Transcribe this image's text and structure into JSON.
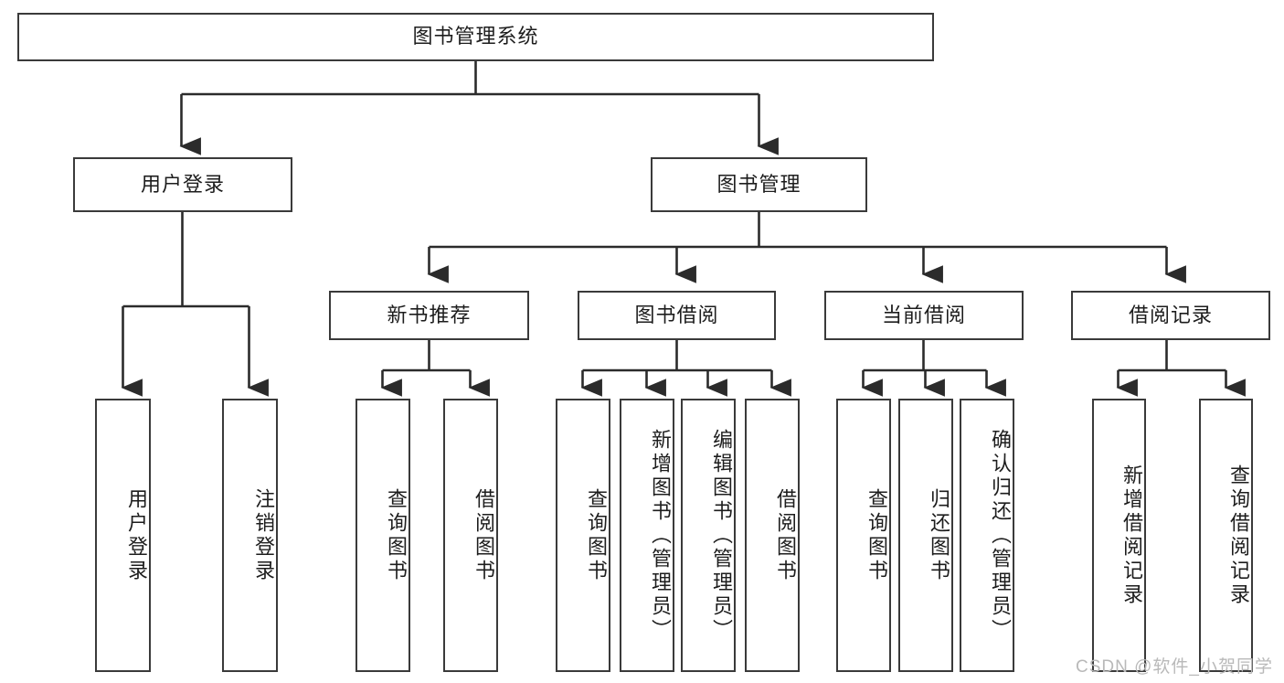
{
  "diagram": {
    "type": "tree-hierarchy-chart",
    "title": "图书管理系统",
    "watermark": "CSDN @软件_小贺同学",
    "colors": {
      "box_border": "#3a3a3a",
      "box_fill": "#ffffff",
      "edge": "#2b2b2b",
      "text": "#1d1d1d",
      "watermark": "#b9b9b9",
      "background": "#ffffff"
    },
    "levels": {
      "root": {
        "label": "图书管理系统"
      },
      "level2": [
        {
          "label": "用户登录"
        },
        {
          "label": "图书管理"
        }
      ],
      "level3": [
        {
          "label": "新书推荐"
        },
        {
          "label": "图书借阅"
        },
        {
          "label": "当前借阅"
        },
        {
          "label": "借阅记录"
        }
      ],
      "leaves": {
        "user_login": [
          {
            "label": "用户登录"
          },
          {
            "label": "注销登录"
          }
        ],
        "new_book_recommend": [
          {
            "label": "查询图书"
          },
          {
            "label": "借阅图书"
          }
        ],
        "book_borrow": [
          {
            "label": "查询图书"
          },
          {
            "label": "新增图书（管理员）"
          },
          {
            "label": "编辑图书（管理员）"
          },
          {
            "label": "借阅图书"
          }
        ],
        "current_borrow": [
          {
            "label": "查询图书"
          },
          {
            "label": "归还图书"
          },
          {
            "label": "确认归还（管理员）"
          }
        ],
        "borrow_record": [
          {
            "label": "新增借阅记录"
          },
          {
            "label": "查询借阅记录"
          }
        ]
      }
    }
  }
}
